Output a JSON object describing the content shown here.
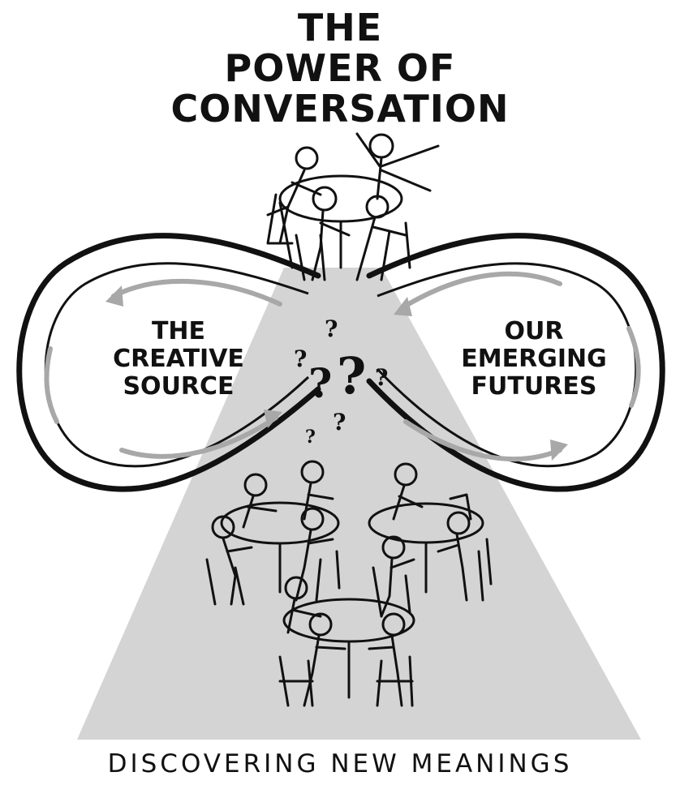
{
  "title": {
    "line1": "THE",
    "line2": "POWER OF",
    "line3": "CONVERSATION"
  },
  "left_loop": {
    "line1": "THE",
    "line2": "CREATIVE",
    "line3": "SOURCE"
  },
  "right_loop": {
    "line1": "OUR",
    "line2": "EMERGING",
    "line3": "FUTURES"
  },
  "caption": "DISCOVERING NEW MEANINGS",
  "colors": {
    "ink": "#111111",
    "triangle": "#d4d4d4",
    "arrows": "#a8a8a8"
  }
}
